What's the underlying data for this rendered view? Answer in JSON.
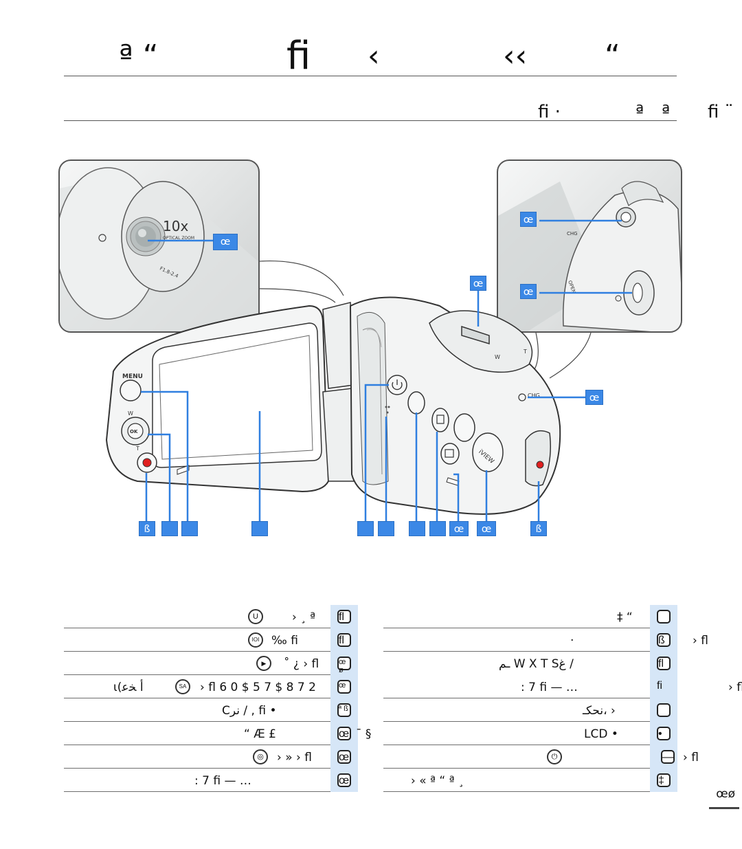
{
  "header": {
    "title_glyphs": [
      "ª “",
      "ﬁ",
      "‹",
      "‹‹",
      "“"
    ],
    "subtitle_glyphs": [
      "ﬁ ·",
      "ª",
      "ª",
      "ﬁ ¨"
    ]
  },
  "figure": {
    "lens_inset_callout": "œ",
    "top_inset_callouts": [
      "œ",
      "œ"
    ],
    "zoom_callout": "œ",
    "chg_callout": "œ",
    "bottom_callouts": [
      "ß",
      "",
      "",
      "",
      "",
      "",
      "",
      "",
      "œ",
      "œ",
      "ß"
    ],
    "camera_labels": {
      "menu": "MENU",
      "w": "W",
      "t": "T",
      "ok": "OK",
      "chg": "CHG",
      "iview": "iVIEW",
      "zoom_w": "W",
      "zoom_t": "T",
      "optical": "10x",
      "optical_sub": "OPTICAL ZOOM",
      "fnum": "F1.8-2.4",
      "open": "OPEN",
      "chg_top": "CHG"
    }
  },
  "table_right": {
    "rows": [
      {
        "num": "",
        "text": "‡ “",
        "suffix": ""
      },
      {
        "num": "ß",
        "text": "·",
        "suffix": "› ﬂ"
      },
      {
        "num": "ﬂ",
        "text": "ـم   W X T Sغ   /",
        "suffix": ""
      },
      {
        "num": "ﬁ",
        "text": ":  7    ﬁ   — …",
        "suffix": "› ﬂ"
      },
      {
        "num": "",
        "text": "نحكـ،   ›",
        "suffix": ""
      },
      {
        "num": "•",
        "text": "LCD    •",
        "suffix": ""
      },
      {
        "num": "—",
        "text": "",
        "suffix": "› ﬂ"
      },
      {
        "num": "‡",
        "text": "› «                                  ª “ ª        ¸",
        "suffix": ""
      }
    ]
  },
  "table_left": {
    "rows": [
      {
        "num": "ﬂ",
        "text": "›   ¸ ª",
        "prefix": "",
        "icon": "U"
      },
      {
        "num": "ﬂ",
        "text": "‰ ﬁ",
        "prefix": "",
        "icon": "IOI"
      },
      {
        "num": "œ ø",
        "text": "˚ ¿     › ﬂ",
        "prefix": "",
        "icon": "▶"
      },
      {
        "num": "œ",
        "text": "› ﬂ     6 0 $ 5 7   $ 8 7 2",
        "prefix": "ɩ(أ ﺨﻋ",
        "icon": "SA"
      },
      {
        "num": "ª ß",
        "text": "Cنر       / ,       ﬁ •",
        "prefix": "",
        "icon": ""
      },
      {
        "num": "œ",
        "text": "“        Æ     £",
        "prefix": "",
        "icon": "",
        "suffix": "¯ §"
      },
      {
        "num": "œ",
        "text": "›   »   › ﬂ",
        "prefix": "",
        "icon": "◎"
      },
      {
        "num": "œ",
        "text": ":  7    ﬁ   — …",
        "prefix": "",
        "icon": ""
      }
    ]
  },
  "page": {
    "number": "œø"
  }
}
